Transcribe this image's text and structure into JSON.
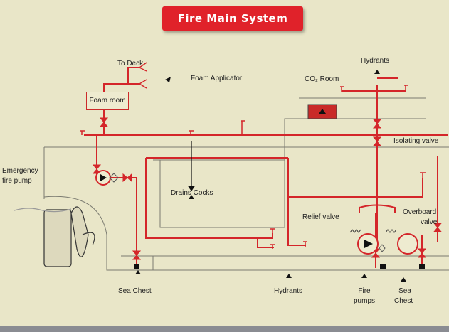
{
  "title": "Fire Main System",
  "labels": {
    "to_deck": "To Deck",
    "foam_applicator": "Foam Applicator",
    "foam_room": "Foam room",
    "co2_room": "CO₂ Room",
    "hydrants_top": "Hydrants",
    "isolating_valve": "Isolating valve",
    "emergency_pump_1": "Emergency",
    "emergency_pump_2": "fire pump",
    "drains_cocks": "Drains Cocks",
    "relief_valve": "Relief valve",
    "overboard_1": "Overboard",
    "overboard_2": "valve",
    "sea_chest_left": "Sea Chest",
    "hydrants_bottom": "Hydrants",
    "fire_pumps_1": "Fire",
    "fire_pumps_2": "pumps",
    "sea_chest_right_1": "Sea",
    "sea_chest_right_2": "Chest"
  },
  "colors": {
    "background": "#e9e6c8",
    "pipe": "#d4262a",
    "hull_line": "#7a7a70",
    "title_bg": "#e0222a"
  },
  "icons": [
    "valve-icon",
    "pump-icon",
    "strainer-icon",
    "relief-spring-icon",
    "hydrant-outlet-icon",
    "arrow-up-icon",
    "arrow-down-icon"
  ]
}
